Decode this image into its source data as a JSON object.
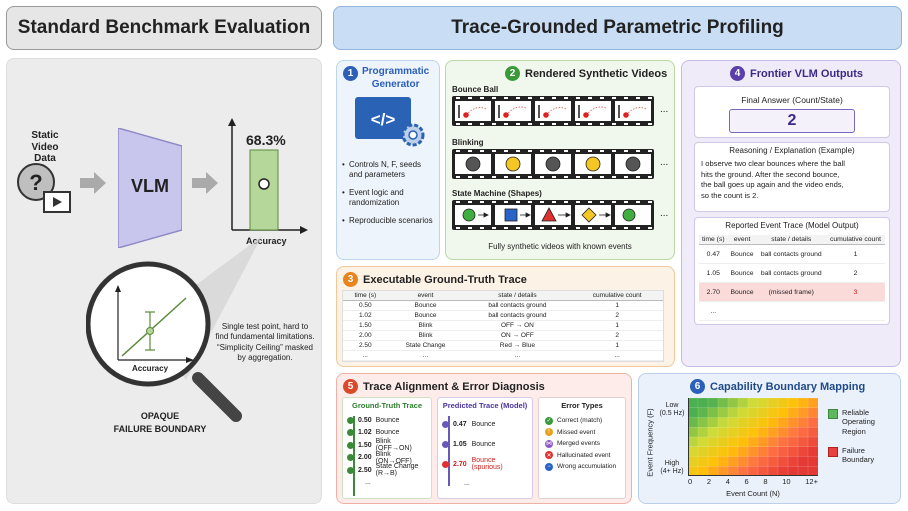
{
  "left": {
    "title": "Standard Benchmark Evaluation",
    "static_label_1": "Static",
    "static_label_2": "Video Data",
    "vlm": "VLM",
    "accuracy_value": "68.3%",
    "accuracy_axis": "Accuracy",
    "zoom_axis": "Accuracy",
    "note_1": "Single test point, hard to",
    "note_2": "find fundamental limitations.",
    "note_3": "“Simplicity Ceiling” masked",
    "note_4": "by aggregation.",
    "opaque_1": "OPAQUE",
    "opaque_2": "FAILURE BOUNDARY"
  },
  "right_title": "Trace-Grounded Parametric Profiling",
  "p1": {
    "num": "1",
    "title_1": "Programmatic",
    "title_2": "Generator",
    "bullets": [
      "Controls N, F, seeds and parameters",
      "Event logic and randomization",
      "Reproducible scenarios"
    ],
    "color": "#2b5fb8"
  },
  "p2": {
    "num": "2",
    "title": "Rendered Synthetic Videos",
    "row1": "Bounce Ball",
    "row2": "Blinking",
    "row3": "State Machine (Shapes)",
    "ellipsis": "...",
    "caption": "Fully synthetic videos with known events",
    "color": "#3a9a3a"
  },
  "p3": {
    "num": "3",
    "title": "Executable Ground-Truth Trace",
    "headers": [
      "time (s)",
      "event",
      "state / details",
      "cumulative count"
    ],
    "rows": [
      [
        "0.50",
        "Bounce",
        "ball contacts ground",
        "1"
      ],
      [
        "1.02",
        "Bounce",
        "ball contacts ground",
        "2"
      ],
      [
        "1.50",
        "Blink",
        "OFF → ON",
        "1"
      ],
      [
        "2.00",
        "Blink",
        "ON → OFF",
        "2"
      ],
      [
        "2.50",
        "State Change",
        "Red → Blue",
        "1"
      ],
      [
        "...",
        "...",
        "...",
        "..."
      ]
    ],
    "color": "#e8841a"
  },
  "p4": {
    "num": "4",
    "title": "Frontier VLM Outputs",
    "final_label": "Final Answer (Count/State)",
    "final_value": "2",
    "reason_label": "Reasoning / Explanation (Example)",
    "reason_1": "I observe two clear bounces where the ball",
    "reason_2": "hits the ground. After the second bounce,",
    "reason_3": "the ball goes up again and the video ends,",
    "reason_4": "so the count is 2.",
    "trace_label": "Reported Event Trace (Model Output)",
    "headers": [
      "time (s)",
      "event",
      "state / details",
      "cumulative count"
    ],
    "rows": [
      [
        "0.47",
        "Bounce",
        "ball contacts ground",
        "1"
      ],
      [
        "1.05",
        "Bounce",
        "ball contacts ground",
        "2"
      ],
      [
        "2.70",
        "Bounce",
        "(missed frame)",
        "3"
      ],
      [
        "...",
        "",
        "",
        ""
      ]
    ],
    "color": "#5a3eaa"
  },
  "p5": {
    "num": "5",
    "title": "Trace Alignment & Error Diagnosis",
    "gt_title": "Ground-Truth Trace",
    "gt_items": [
      [
        "0.50",
        "Bounce"
      ],
      [
        "1.02",
        "Bounce"
      ],
      [
        "1.50",
        "Blink (OFF→ON)"
      ],
      [
        "2.00",
        "Blink (ON→OFF)"
      ],
      [
        "2.50",
        "State Change (R→B)"
      ],
      [
        "...",
        ""
      ]
    ],
    "pred_title": "Predicted Trace (Model)",
    "pred_items": [
      [
        "0.47",
        "Bounce"
      ],
      [
        "1.05",
        "Bounce"
      ],
      [
        "2.70",
        "Bounce (spurious)"
      ],
      [
        "...",
        ""
      ]
    ],
    "err_title": "Error Types",
    "err_items": [
      "Correct (match)",
      "Missed event",
      "Merged events",
      "Hallucinated event",
      "Wrong accumulation"
    ],
    "color": "#d94a2a"
  },
  "p6": {
    "num": "6",
    "title": "Capability Boundary Mapping",
    "y_label": "Event Frequency (F)",
    "y_top_1": "Low",
    "y_top_2": "(0.5 Hz)",
    "y_bot_1": "High",
    "y_bot_2": "(4+ Hz)",
    "x_ticks": [
      "0",
      "2",
      "4",
      "6",
      "8",
      "10",
      "12+"
    ],
    "x_label": "Event Count (N)",
    "legend_green_1": "Reliable",
    "legend_green_2": "Operating",
    "legend_green_3": "Region",
    "legend_red_1": "Failure",
    "legend_red_2": "Boundary",
    "color": "#2b5fb8"
  }
}
